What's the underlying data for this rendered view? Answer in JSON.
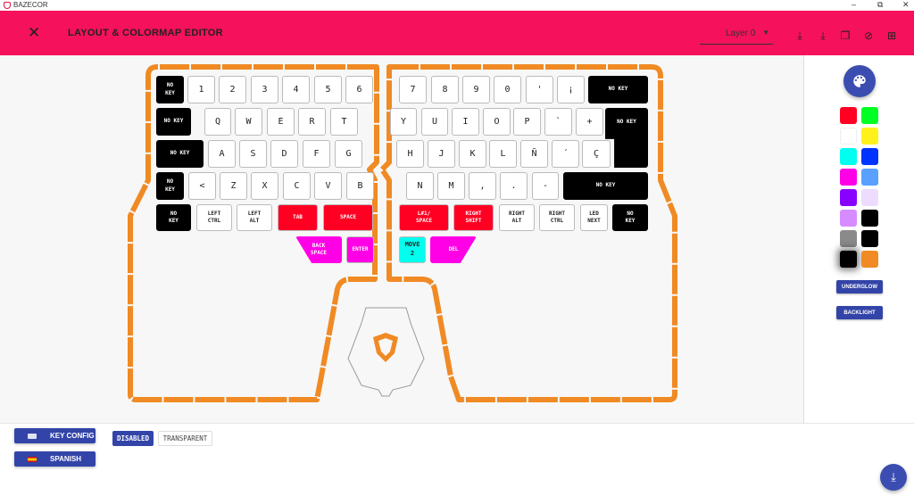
{
  "titlebar": {
    "app_name": "BAZECOR"
  },
  "header": {
    "title": "LAYOUT & COLORMAP EDITOR",
    "layer_select": "Layer 0"
  },
  "colors": {
    "header": "#f5115c",
    "accent": "#3344a8",
    "outline": "#f08a24"
  },
  "keys": [
    {
      "label": "NO\nKEY",
      "color": "#000000"
    },
    {
      "label": "1",
      "color": "#ffffff"
    },
    {
      "label": "2",
      "color": "#ffffff"
    },
    {
      "label": "3",
      "color": "#ffffff"
    },
    {
      "label": "4",
      "color": "#ffffff"
    },
    {
      "label": "5",
      "color": "#ffffff"
    },
    {
      "label": "6",
      "color": "#ffffff"
    },
    {
      "label": "NO KEY",
      "color": "#000000"
    },
    {
      "label": "Q",
      "color": "#ffffff"
    },
    {
      "label": "W",
      "color": "#ffffff"
    },
    {
      "label": "E",
      "color": "#ffffff"
    },
    {
      "label": "R",
      "color": "#ffffff"
    },
    {
      "label": "T",
      "color": "#ffffff"
    },
    {
      "label": "NO KEY",
      "color": "#000000"
    },
    {
      "label": "A",
      "color": "#ffffff"
    },
    {
      "label": "S",
      "color": "#ffffff"
    },
    {
      "label": "D",
      "color": "#ffffff"
    },
    {
      "label": "F",
      "color": "#ffffff"
    },
    {
      "label": "G",
      "color": "#ffffff"
    },
    {
      "label": "NO\nKEY",
      "color": "#000000"
    },
    {
      "label": "<",
      "color": "#ffffff"
    },
    {
      "label": "Z",
      "color": "#ffffff"
    },
    {
      "label": "X",
      "color": "#ffffff"
    },
    {
      "label": "C",
      "color": "#ffffff"
    },
    {
      "label": "V",
      "color": "#ffffff"
    },
    {
      "label": "B",
      "color": "#ffffff"
    },
    {
      "label": "NO\nKEY",
      "color": "#000000"
    },
    {
      "label": "LEFT\nCTRL",
      "color": "#ffffff"
    },
    {
      "label": "LEFT\nALT",
      "color": "#ffffff"
    },
    {
      "label": "TAB",
      "color": "#ff0022"
    },
    {
      "label": "SPACE",
      "color": "#ff0022"
    },
    {
      "label": "BACK\nSPACE",
      "color": "#ff00e6"
    },
    {
      "label": "ENTER",
      "color": "#ff00e6"
    },
    {
      "label": "7",
      "color": "#ffffff"
    },
    {
      "label": "8",
      "color": "#ffffff"
    },
    {
      "label": "9",
      "color": "#ffffff"
    },
    {
      "label": "0",
      "color": "#ffffff"
    },
    {
      "label": "'",
      "color": "#ffffff"
    },
    {
      "label": "¡",
      "color": "#ffffff"
    },
    {
      "label": "NO KEY",
      "color": "#000000"
    },
    {
      "label": "Y",
      "color": "#ffffff"
    },
    {
      "label": "U",
      "color": "#ffffff"
    },
    {
      "label": "I",
      "color": "#ffffff"
    },
    {
      "label": "O",
      "color": "#ffffff"
    },
    {
      "label": "P",
      "color": "#ffffff"
    },
    {
      "label": "`",
      "color": "#ffffff"
    },
    {
      "label": "+",
      "color": "#ffffff"
    },
    {
      "label": "NO KEY",
      "color": "#000000"
    },
    {
      "label": "H",
      "color": "#ffffff"
    },
    {
      "label": "J",
      "color": "#ffffff"
    },
    {
      "label": "K",
      "color": "#ffffff"
    },
    {
      "label": "L",
      "color": "#ffffff"
    },
    {
      "label": "Ñ",
      "color": "#ffffff"
    },
    {
      "label": "´",
      "color": "#ffffff"
    },
    {
      "label": "Ç",
      "color": "#ffffff"
    },
    {
      "label": "N",
      "color": "#ffffff"
    },
    {
      "label": "M",
      "color": "#ffffff"
    },
    {
      "label": ",",
      "color": "#ffffff"
    },
    {
      "label": ".",
      "color": "#ffffff"
    },
    {
      "label": "-",
      "color": "#ffffff"
    },
    {
      "label": "NO KEY",
      "color": "#000000"
    },
    {
      "label": "L#1/\nSPACE",
      "color": "#ff0022"
    },
    {
      "label": "RIGHT\nSHIFT",
      "color": "#ff0022"
    },
    {
      "label": "RIGHT\nALT",
      "color": "#ffffff"
    },
    {
      "label": "RIGHT\nCTRL",
      "color": "#ffffff"
    },
    {
      "label": "LED\nNEXT",
      "color": "#ffffff"
    },
    {
      "label": "NO\nKEY",
      "color": "#000000"
    },
    {
      "label": "MOVE\n2",
      "color": "#00ffee"
    },
    {
      "label": "DEL",
      "color": "#ff00e6"
    }
  ],
  "palette": [
    "#ff0022",
    "#00ff22",
    "#ffffff",
    "#fff21a",
    "#00ffee",
    "#0033ff",
    "#ff00e6",
    "#5aa0ff",
    "#8800ff",
    "#eedcff",
    "#d68cff",
    "#000000",
    "#8a8a8a",
    "#000000",
    "#000000",
    "#f08a24"
  ],
  "side": {
    "underglow": "UNDERGLOW",
    "backlight": "BACKLIGHT"
  },
  "bottom": {
    "key_config": "KEY CONFIG",
    "language": "SPANISH",
    "disabled": "DISABLED",
    "transparent": "TRANSPARENT"
  }
}
